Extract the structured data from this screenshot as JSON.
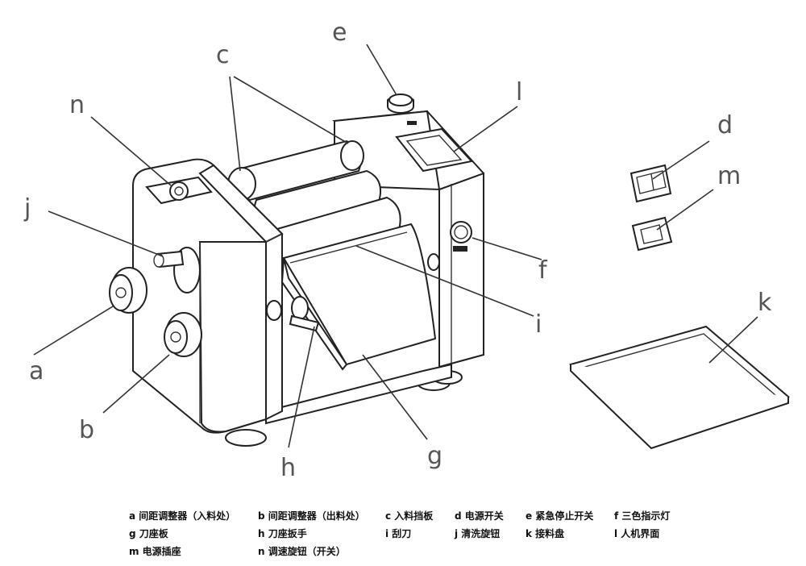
{
  "callouts": {
    "a": "a",
    "b": "b",
    "c": "c",
    "d": "d",
    "e": "e",
    "f": "f",
    "g": "g",
    "h": "h",
    "i": "i",
    "j": "j",
    "k": "k",
    "l": "l",
    "m": "m",
    "n": "n"
  },
  "legend": [
    [
      "a 间距调整器（入料处）",
      "b 间距调整器（出料处）",
      "c 入料挡板",
      "d 电源开关",
      "e 紧急停止开关",
      "f 三色指示灯"
    ],
    [
      "g 刀座板",
      "h 刀座扳手",
      "i 刮刀",
      "j 清洗旋钮",
      "k 接料盘",
      "l 人机界面"
    ],
    [
      "m 电源插座",
      "n 调速旋钮（开关）"
    ]
  ]
}
